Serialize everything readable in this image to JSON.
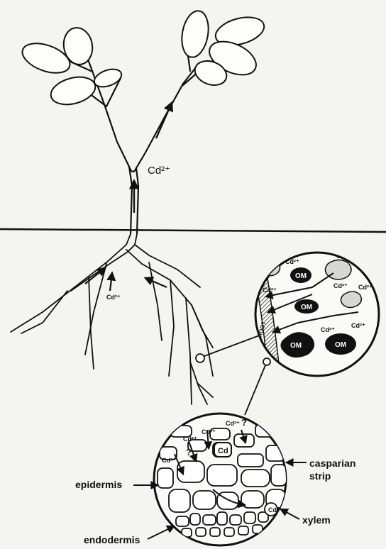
{
  "shoot_ion_label": "Cd²⁺",
  "root_ion_label": "Cd²⁺",
  "soil_zoom": {
    "ion_label": "Cd²⁺",
    "om_label": "OM",
    "root_label": "ROOT"
  },
  "root_zoom": {
    "ion_label": "Cd²⁺",
    "question_mark": "?",
    "cd_cell_label": "Cd"
  },
  "labels": {
    "epidermis": "epidermis",
    "endodermis": "endodermis",
    "casparian_line1": "casparian",
    "casparian_line2": "strip",
    "xylem": "xylem"
  },
  "colors": {
    "ink": "#111111",
    "background": "#f4f4f0",
    "om_fill": "#111111",
    "om_light_fill": "#d8d8d2"
  }
}
